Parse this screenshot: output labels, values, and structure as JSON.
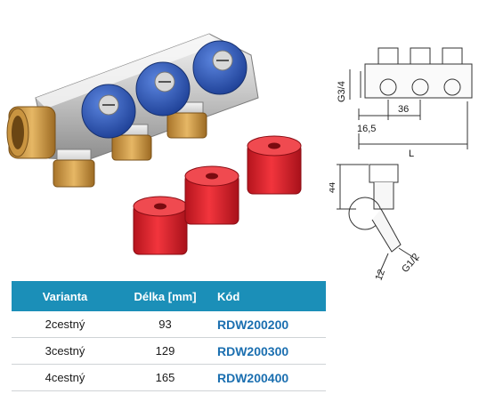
{
  "drawings": {
    "top": {
      "thread_label": "G3/4",
      "dim_a": "16,5",
      "dim_b": "36",
      "length_label": "L"
    },
    "side": {
      "height_label": "44",
      "thread_label": "G1/2",
      "dim_c": "12"
    }
  },
  "table": {
    "headers": [
      "Varianta",
      "Délka [mm]",
      "Kód"
    ],
    "rows": [
      {
        "variant": "2cestný",
        "length": "93",
        "code": "RDW200200"
      },
      {
        "variant": "3cestný",
        "length": "129",
        "code": "RDW200300"
      },
      {
        "variant": "4cestný",
        "length": "165",
        "code": "RDW200400"
      }
    ]
  },
  "colors": {
    "header": "#1b8fb8",
    "code": "#1b6fb0",
    "knob_blue": "#2c57b8",
    "cap_red": "#e0202a"
  }
}
